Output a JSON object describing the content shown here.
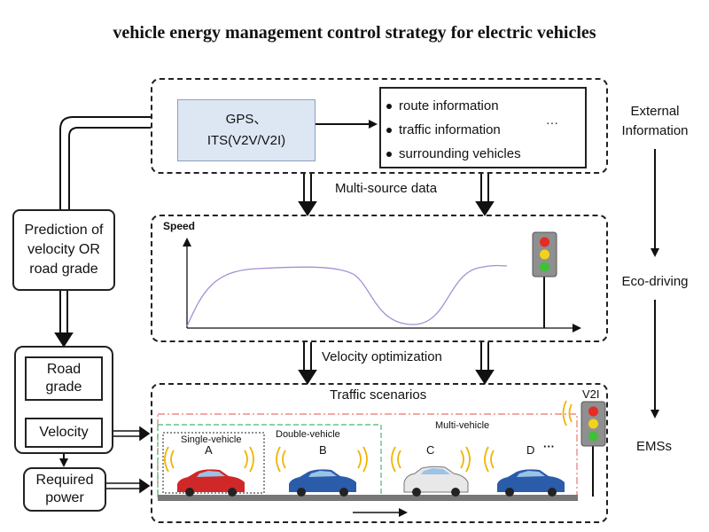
{
  "title": "vehicle energy management control strategy for electric vehicles",
  "external": {
    "source_lines": [
      "GPS、",
      "ITS(V2V/V2I)"
    ],
    "info_items": [
      "route information",
      "traffic information",
      "surrounding vehicles"
    ],
    "ellipsis": "···",
    "side_label_lines": [
      "External",
      "Information"
    ]
  },
  "multi_source_label": "Multi-source data",
  "eco": {
    "speed_label": "Speed",
    "side_label": "Eco-driving"
  },
  "velocity_optimization_label": "Velocity optimization",
  "traffic": {
    "title": "Traffic scenarios",
    "v2i_label": "V2I",
    "single_vehicle_label": "Single-vehicle",
    "double_vehicle_label": "Double-vehicle",
    "multi_vehicle_label": "Multi-vehicle",
    "cars": [
      "A",
      "B",
      "C",
      "D"
    ],
    "more": "···",
    "side_label": "EMSs"
  },
  "left": {
    "prediction_lines": [
      "Prediction of",
      "velocity OR",
      "road grade"
    ],
    "road_grade_lines": [
      "Road",
      "grade"
    ],
    "velocity": "Velocity",
    "required_power_lines": [
      "Required",
      "power"
    ]
  },
  "colors": {
    "gps_box_fill": "#dde7f3",
    "curve": "#a58fd3",
    "red_dash": "#f08a80",
    "green_dash": "#62c58e",
    "car_red": "#d02828",
    "car_blue": "#2a5caa",
    "car_white": "#e8e8e8",
    "signal_wave": "#f0b400"
  }
}
